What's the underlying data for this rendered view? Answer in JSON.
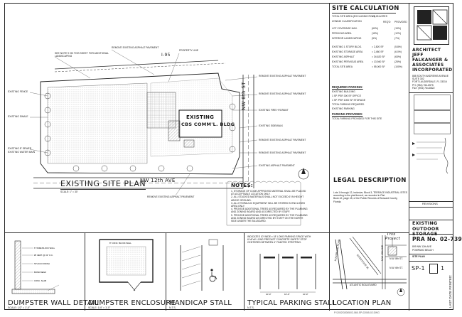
{
  "site_plan": {
    "title": "EXISTING SITE PLAN",
    "scale": "SCALE: 1\" = 30'",
    "road_i95": "I-95",
    "road_nw_12th": "NW 12th AVE",
    "road_nw_8th": "NW 8th ST",
    "building_label_1": "EXISTING",
    "building_label_2": "CBS COMM'L. BLDG",
    "callouts_left": [
      "SEE NOTE 9 ON THIS SHEET FOR ADDITIONAL",
      "LANDSCAPING",
      "REMOVE EXISTING ASPHALT PAVEMENT",
      "EXISTING FENCE",
      "EXISTING SWALE",
      "EXISTING 8\" SEWER",
      "EXISTING WATER MAIN",
      "PROPERTY LINE"
    ],
    "callouts_right": [
      "REMOVE EXISTING ASPHALT PAVEMENT",
      "REMOVE EXISTING ASPHALT PAVEMENT",
      "EXISTING FIRE HYDRANT",
      "EXISTING SIDEWALK",
      "REMOVE EXISTING ASPHALT PAVEMENT",
      "REMOVE EXISTING ASPHALT PAVEMENT",
      "EXISTING ASPHALT PAVEMENT",
      "REMOVE EXISTING ASPHALT PAVEMENT"
    ]
  },
  "notes": {
    "heading": "NOTES:",
    "lines": [
      "1. STORAGE OF CODE APPROVED MATERIAL SHALL BE PLACED",
      "   AT ACCEPTABLE LOCATION ONLY.",
      "2. ALL STACKED MATERIALS SHALL NOT EXCEED 6' IN HEIGHT",
      "   ABOVE GROUND.",
      "3. ALL HYDRAULIC EQUIPMENT WILL BE STORED IN ENCLOSED",
      "   AREA ONLY.",
      "4. PROVIDE ADDITIONAL TREES AS REQUIRED BY THE PLANNING",
      "   AND ZONING BOARD AND AS DIRECTED BY STAFF.",
      "5. PROVIDE ADDITIONAL TREES AS REQUIRED BY THE PLANNING",
      "   AND ZONING BOARD AS DIRECTED BY STAFF ON THE NORTH",
      "   SIDE UNDER THE BILLBOARD."
    ]
  },
  "site_calc": {
    "title": "SITE CALCULATION",
    "header_cols": [
      "REQ'D",
      "PROVIDED"
    ],
    "rows": [
      [
        "TOTAL SITE AREA (EXCLUDING ROW)",
        "= 1.26 ACRES",
        ""
      ],
      [
        "ZONING CLASSIFICATION",
        "",
        ""
      ],
      [
        "LOT COVERAGE MAX.",
        "(60%)",
        "(19%)"
      ],
      [
        "PERVIOUS AREA",
        "(15%)",
        "(12%)"
      ],
      [
        "INTERIOR LANDSCAPING",
        "(5%)",
        "(7%)"
      ],
      [
        "EXISTING 1 STORY BLDG.",
        "= 2,820 SF",
        "(5.8%)"
      ],
      [
        "EXISTING STORAGE AREA",
        "= 2,480 SF",
        "(6.0%)"
      ],
      [
        "EXISTING ASPHALT",
        "= 34,620 SF",
        "(63%)"
      ],
      [
        "EXISTING PERVIOUS AREA",
        "= 13,940 SF",
        "(25%)"
      ],
      [
        "TOTAL SITE AREA",
        "= 55,000 SF",
        "(100%)"
      ]
    ],
    "required_parking_title": "REQUIRED PARKING:",
    "required_parking_rows": [
      "EXISTING BUILDING",
      "1 SP. PER 300 SF OFFICE",
      "1 SP. PER 1000 SF STORAGE",
      "TOTAL PARKING REQUIRED",
      "EXISTING PARKING"
    ],
    "parking_provided_title": "PARKING PROVIDED:",
    "parking_provided_rows": [
      "TOTAL PARKING PROVIDED FOR THIS SITE"
    ]
  },
  "legal": {
    "title": "LEGAL DESCRIPTION",
    "text": [
      "Lots 1 through 12, inclusive, Block 3, TERRACE INDUSTRIAL SITES",
      "according to the plat thereof, as recorded in Plat",
      "Book 42, page 45, of the Public Records of Broward County,",
      "Florida."
    ]
  },
  "title_block": {
    "architect_lines": [
      "ARCHITECT",
      "JEFF",
      "FALKANGER &",
      "ASSOCIATES",
      "INCORPORATED"
    ],
    "address_lines": [
      "888 SOUTH ANDREWS AVENUE",
      "SUITE 302",
      "FORT LAUDERDALE, FL 33316",
      "PH: (954) 764-6575",
      "FAX: (954) 764-8822"
    ],
    "project_title": "EXISTING OUTDOOR STORAGE",
    "pra_number": "PRA No. 02-7390",
    "project_address": "899 NW 12th AVE",
    "city": "POMPANO BEACH",
    "sheet_name": "SITE PLAN",
    "sheet_number": "SP-1",
    "sheet_of": "1",
    "revisions_label": "REVISIONS",
    "last_date_printed": "LAST DATE PRINTED:"
  },
  "details": {
    "d1_title": "DUMPSTER WALL DETAIL",
    "d1_scale": "SCALE: 1/2\" = 1'-0\"",
    "d2_title": "DUMPSTER ENCLOSURE",
    "d2_scale": "SCALE: 1/4\" = 1'-0\"",
    "d3_title": "HANDICAP STALL",
    "d3_scale": "N.T.S.",
    "d4_title": "TYPICAL PARKING STALL",
    "d4_scale": "N.T.S.",
    "d4_note": [
      "INDICATES 10' WIDE x 18' LONG PARKING SPACE WITH",
      "6\"x6\"x6' LONG PRECAST CONCRETE SAFETY STOP",
      "CENTERED BETWEEN 4\" PAINTED STRIPPING."
    ],
    "d5_title": "LOCATION PLAN",
    "d5_this_project_1": "This",
    "d5_this_project_2": "Project",
    "d5_roads": [
      "ATLANTIC BOULEVARD",
      "N.W. 15th AVE",
      "N.W. 8th ST.",
      "N.W. 6th ST.",
      "POWERLINE ROAD",
      "INTERSTATE 95"
    ]
  },
  "footer_path": "P:\\2002\\02065\\02-065-SP-02065-02.DWG"
}
